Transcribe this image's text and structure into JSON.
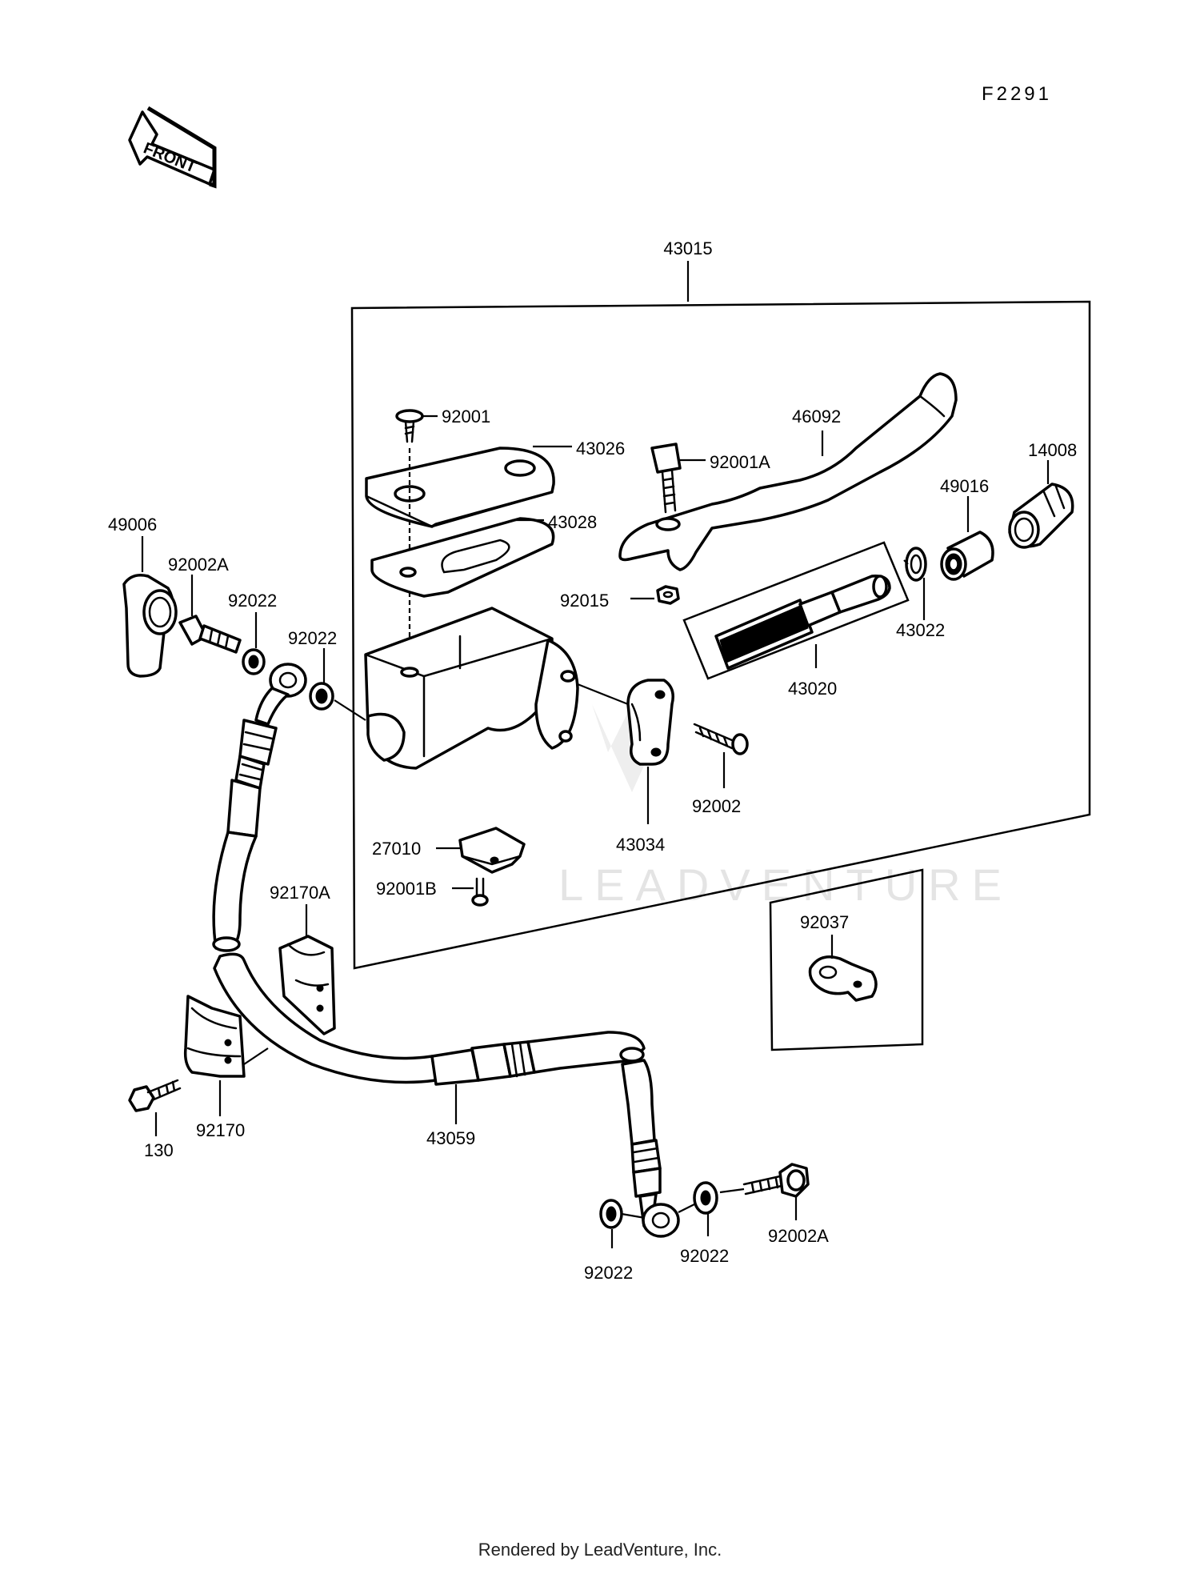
{
  "figure_code": "F2291",
  "direction_arrow": {
    "label": "FRONT",
    "icon": "front-arrow-icon"
  },
  "watermark": "LEADVENTURE",
  "footer": "Rendered by LeadVenture, Inc.",
  "assembly_label": "43015",
  "callouts": {
    "p92001": "92001",
    "p43026": "43026",
    "p43028": "43028",
    "p92001A": "92001A",
    "p46092": "46092",
    "p14008": "14008",
    "p49016": "49016",
    "p92015": "92015",
    "p43022": "43022",
    "p43020": "43020",
    "p49006": "49006",
    "p92002A_top": "92002A",
    "p92022_a": "92022",
    "p92022_b": "92022",
    "p92002": "92002",
    "p43034": "43034",
    "p27010": "27010",
    "p92001B": "92001B",
    "p92170A": "92170A",
    "p92037": "92037",
    "p130": "130",
    "p92170": "92170",
    "p43059": "43059",
    "p92022_c": "92022",
    "p92022_d": "92022",
    "p92002A_bottom": "92002A"
  }
}
